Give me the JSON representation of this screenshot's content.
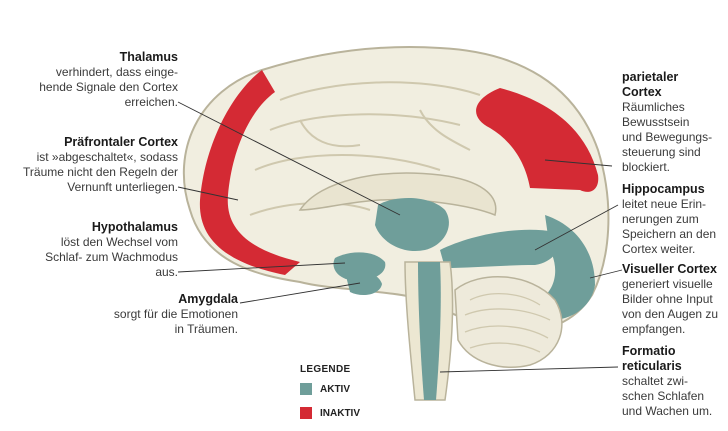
{
  "colors": {
    "active": "#6f9e9a",
    "inactive": "#d42a34",
    "brain": "#f1eee0",
    "outline": "#b9b39b",
    "line": "#333333"
  },
  "labels": {
    "thalamus": {
      "title": "Thalamus",
      "desc": "verhindert, dass einge-\nhende Signale den Cortex\nerreichen."
    },
    "prefrontal": {
      "title": "Präfrontaler Cortex",
      "desc": "ist »abgeschaltet«, sodass\nTräume nicht den Regeln der\nVernunft unterliegen."
    },
    "hypothalamus": {
      "title": "Hypothalamus",
      "desc": "löst den Wechsel vom\nSchlaf- zum Wachmodus\naus."
    },
    "amygdala": {
      "title": "Amygdala",
      "desc": "sorgt für die Emotionen\nin Träumen."
    },
    "parietal": {
      "title": "parietaler\nCortex",
      "desc": "Räumliches\nBewusstsein\nund Bewegungs-\nsteuerung sind\nblockiert."
    },
    "hippocampus": {
      "title": "Hippocampus",
      "desc": "leitet neue Erin-\nnerungen zum\nSpeichern an den\nCortex weiter."
    },
    "visual": {
      "title": "Visueller Cortex",
      "desc": "generiert visuelle\nBilder ohne Input\nvon den Augen zu\nempfangen."
    },
    "formatio": {
      "title": "Formatio\nreticularis",
      "desc": "schaltet zwi-\nschen Schlafen\nund Wachen um."
    }
  },
  "legend": {
    "title": "LEGENDE",
    "active": "AKTIV",
    "inactive": "INAKTIV"
  }
}
